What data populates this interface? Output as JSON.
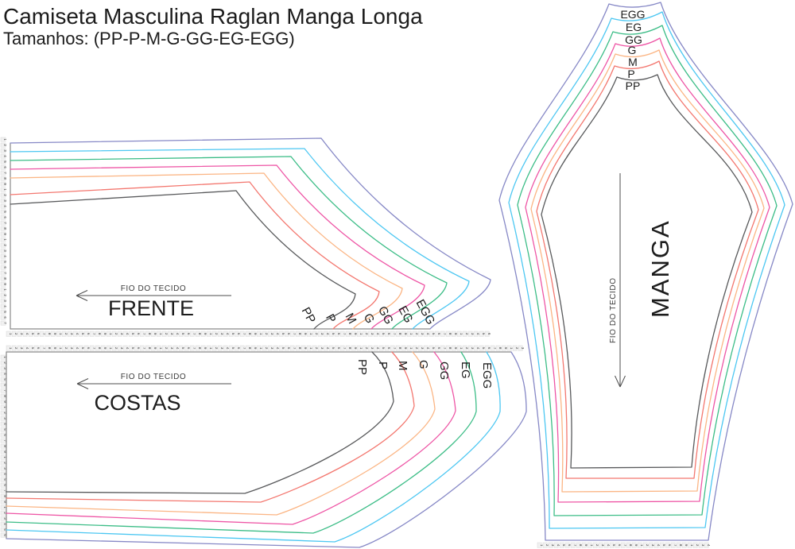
{
  "header": {
    "title": "Camiseta Masculina Raglan Manga Longa",
    "subtitle": "Tamanhos: (PP-P-M-G-GG-EG-EGG)"
  },
  "grain_label": "FIO DO TECIDO",
  "pieces": [
    {
      "name": "FRENTE"
    },
    {
      "name": "COSTAS"
    },
    {
      "name": "MANGA"
    }
  ],
  "sizes": [
    {
      "code": "PP",
      "color": "#58595b"
    },
    {
      "code": "P",
      "color": "#f3776f"
    },
    {
      "code": "M",
      "color": "#fbb584"
    },
    {
      "code": "G",
      "color": "#ee55a5"
    },
    {
      "code": "GG",
      "color": "#3cbd87"
    },
    {
      "code": "EG",
      "color": "#4cc7f2"
    },
    {
      "code": "EGG",
      "color": "#8688c6"
    }
  ],
  "colors": {
    "ink": "#1c1c1c",
    "ruler_box": "#f1f1f1",
    "ruler_edge": "#d7d7d7",
    "ruler_mark": "#a8a8a8",
    "shared_edge": "#8a8a8a"
  }
}
